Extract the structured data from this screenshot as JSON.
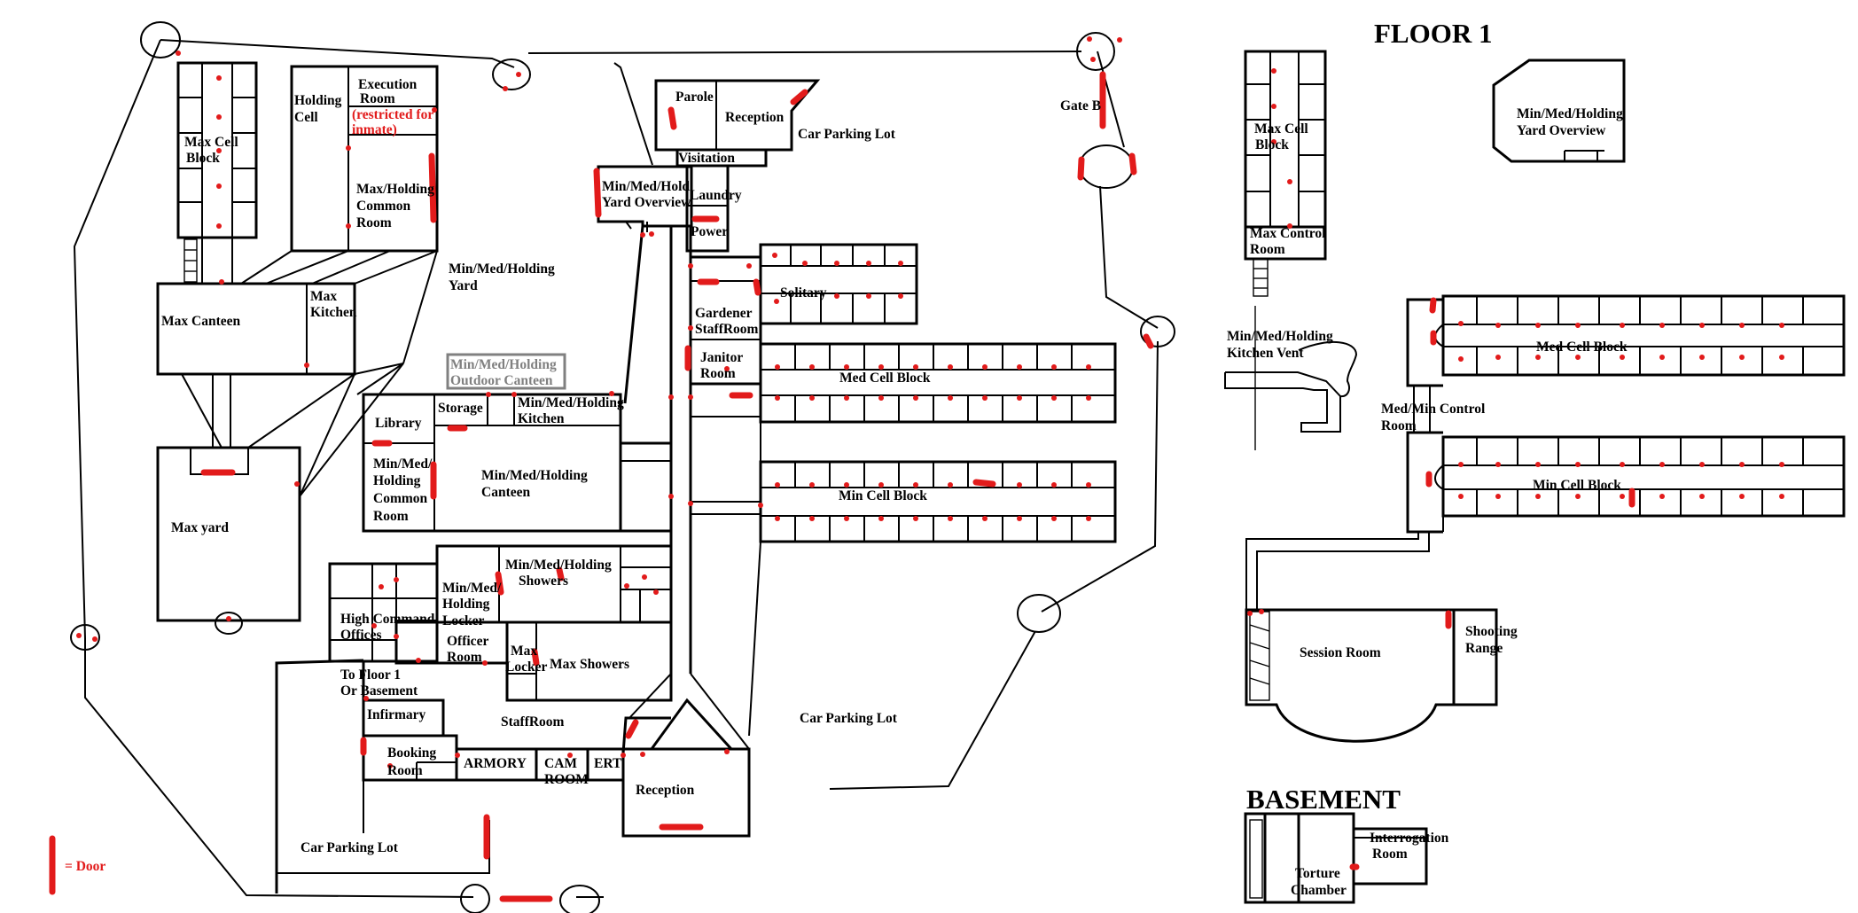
{
  "titles": {
    "floor1": "FLOOR 1",
    "basement": "BASEMENT"
  },
  "legend": {
    "door_label": "= Door",
    "door_color": "#e21b1b"
  },
  "rooms": {
    "max_cell_block": [
      "Max Cell",
      "Block"
    ],
    "holding_cell": [
      "Holding",
      "Cell"
    ],
    "execution_room": [
      "Execution",
      "Room"
    ],
    "execution_note": [
      "(restricted for",
      "inmate)"
    ],
    "max_holding_common": [
      "Max/Holding",
      "Common",
      "Room"
    ],
    "max_canteen": "Max Canteen",
    "max_kitchen": [
      "Max",
      "Kitchen"
    ],
    "max_yard": "Max yard",
    "parole": "Parole",
    "reception_top": "Reception",
    "car_parking_top": "Car Parking Lot",
    "visitation": "Visitation",
    "yard_overview_left": [
      "Min/Med/Hold",
      "Yard Overview"
    ],
    "laundry": "Laundry",
    "power": "Power",
    "min_med_holding_yard": [
      "Min/Med/Holding",
      "Yard"
    ],
    "outdoor_canteen": [
      "Min/Med/Holding",
      "Outdoor Canteen"
    ],
    "solitary": "Solitary",
    "gardener": [
      "Gardener",
      "StaffRoom"
    ],
    "janitor": [
      "Janitor",
      "Room"
    ],
    "med_cell_block": "Med Cell Block",
    "min_cell_block": "Min Cell Block",
    "library": "Library",
    "storage": "Storage",
    "min_med_kitchen": [
      "Min/Med/Holding",
      "Kitchen"
    ],
    "min_med_common": [
      "Min/Med/",
      "Holding",
      "Common",
      "Room"
    ],
    "min_med_canteen": [
      "Min/Med/Holding",
      "Canteen"
    ],
    "min_med_showers": [
      "Min/Med/Holding",
      "Showers"
    ],
    "min_med_locker": [
      "Min/Med/",
      "Holding",
      "Locker"
    ],
    "high_command": [
      "High Command",
      "Offices"
    ],
    "officer_room": [
      "Officer",
      "Room"
    ],
    "max_locker": [
      "Max",
      "Locker"
    ],
    "max_showers": "Max Showers",
    "to_floor": [
      "To Floor 1",
      "Or Basement"
    ],
    "infirmary": "Infirmary",
    "staffroom": "StaffRoom",
    "booking": [
      "Booking",
      "Room"
    ],
    "armory": "ARMORY",
    "cam_room": [
      "CAM",
      "ROOM"
    ],
    "ert": "ERT",
    "reception_bottom": "Reception",
    "car_parking_mid": "Car Parking Lot",
    "car_parking_bottom": "Car Parking Lot",
    "gate_b": "Gate B",
    "f1_max_cell_block": [
      "Max Cell",
      "Block"
    ],
    "f1_max_control": [
      "Max Control",
      "Room"
    ],
    "f1_yard_overview": [
      "Min/Med/Holding",
      "Yard Overview"
    ],
    "f1_kitchen_vent": [
      "Min/Med/Holding",
      "Kitchen Vent"
    ],
    "f1_med_cell_block": "Med Cell Block",
    "f1_med_min_control": [
      "Med/Min Control",
      "Room"
    ],
    "f1_min_cell_block": "Min Cell Block",
    "f1_session_room": "Session Room",
    "f1_shooting_range": [
      "Shooting",
      "Range"
    ],
    "b_torture": [
      "Torture",
      "Chamber"
    ],
    "b_interrogation": [
      "Interrogation",
      "Room"
    ]
  }
}
